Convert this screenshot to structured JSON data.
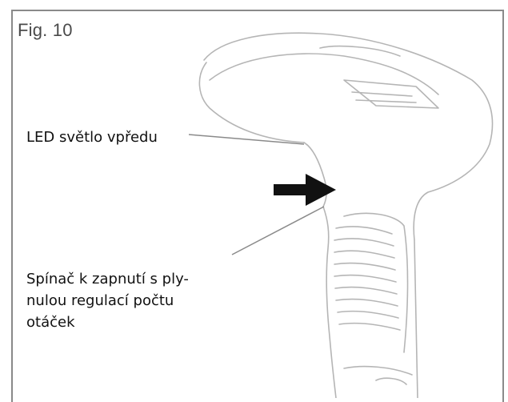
{
  "figure": {
    "label": "Fig. 10"
  },
  "callouts": {
    "led": "LED světlo vpředu",
    "switch_lines": [
      "Spínač k zapnutí s ply-",
      "nulou regulací počtu",
      "otáček"
    ]
  },
  "icons": {
    "pointer": "arrow-right-icon"
  }
}
